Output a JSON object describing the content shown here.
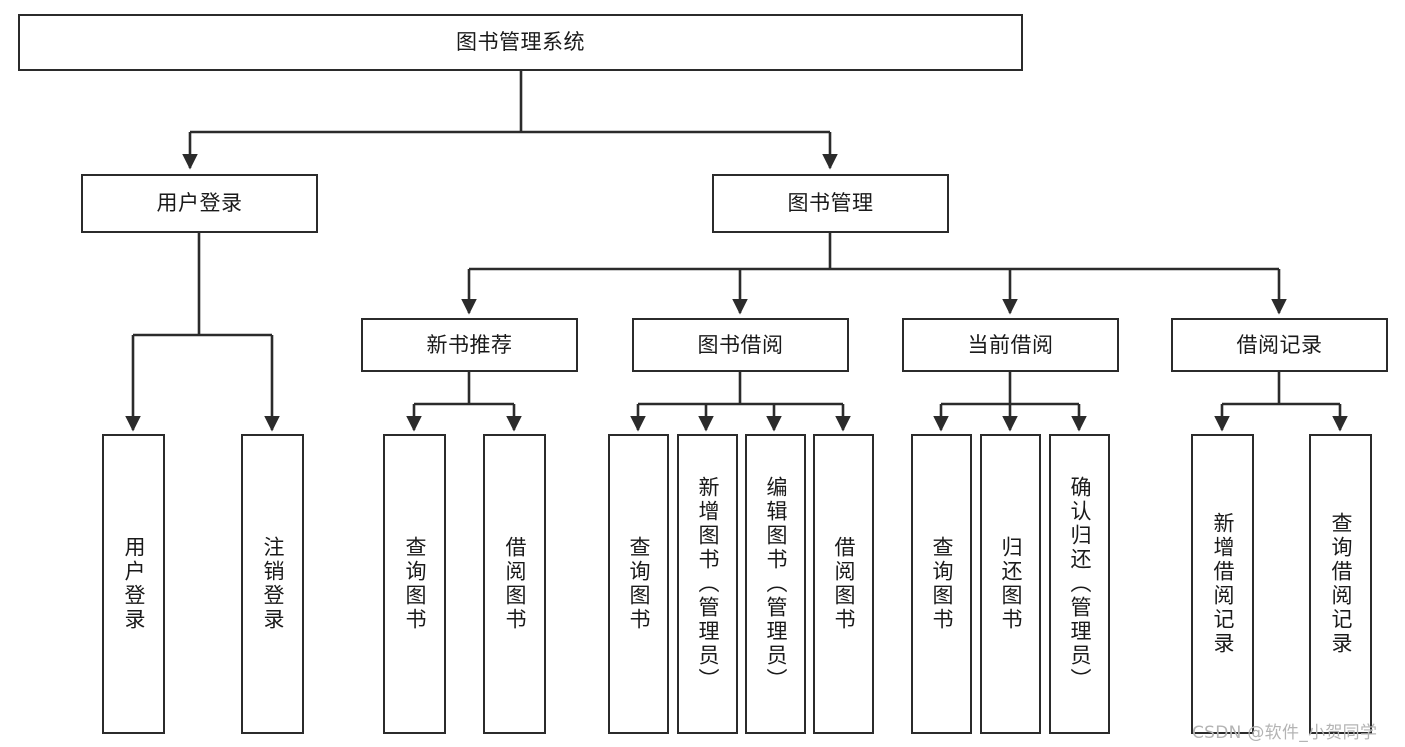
{
  "diagram": {
    "title": "图书管理系统",
    "root": {
      "label": "图书管理系统"
    },
    "level2": [
      {
        "label": "用户登录"
      },
      {
        "label": "图书管理"
      }
    ],
    "level3": [
      {
        "label": "新书推荐"
      },
      {
        "label": "图书借阅"
      },
      {
        "label": "当前借阅"
      },
      {
        "label": "借阅记录"
      }
    ],
    "leaves": [
      {
        "label": "用户登录"
      },
      {
        "label": "注销登录"
      },
      {
        "label": "查询图书"
      },
      {
        "label": "借阅图书"
      },
      {
        "label": "查询图书"
      },
      {
        "label": "新增图书（管理员）"
      },
      {
        "label": "编辑图书（管理员）"
      },
      {
        "label": "借阅图书"
      },
      {
        "label": "查询图书"
      },
      {
        "label": "归还图书"
      },
      {
        "label": "确认归还（管理员）"
      },
      {
        "label": "新增借阅记录"
      },
      {
        "label": "查询借阅记录"
      }
    ],
    "watermark": "CSDN @软件_小贺同学",
    "colors": {
      "box_border": "#2b2b2b",
      "box_fill": "#ffffff",
      "connector": "#2b2b2b",
      "text": "#1a1a1a",
      "watermark": "#b4b4b4",
      "background": "#ffffff"
    }
  }
}
